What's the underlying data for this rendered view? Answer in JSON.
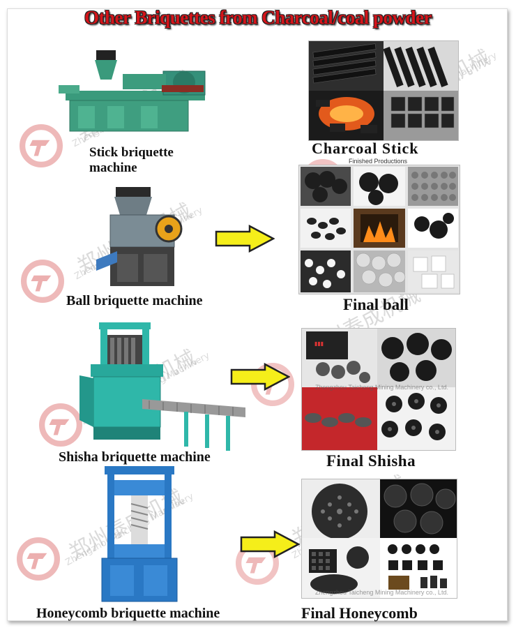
{
  "title": "Other Briquettes from Charcoal/coal powder",
  "rows": [
    {
      "machine_label_line1": "Stick briquette",
      "machine_label_line2": "machine",
      "product_label": "Charcoal Stick"
    },
    {
      "machine_label": "Ball briquette machine",
      "product_label": "Final ball",
      "photo_caption": "Finished Productions"
    },
    {
      "machine_label": "Shisha briquette machine",
      "product_label": "Final Shisha"
    },
    {
      "machine_label": "Honeycomb briquette machine",
      "product_label": "Final Honeycomb"
    }
  ],
  "watermark": {
    "text_en": "Zhengzhou Taicheng Machinery",
    "text_cn": "郑州泰成机械",
    "photo_text": "Zhengzhou Taicheng Mining Machinery co., Ltd."
  },
  "colors": {
    "title_red": "#d4141a",
    "arrow_yellow": "#f5ee1a",
    "machine_green": "#3a9a7c",
    "machine_teal": "#2fb7a9",
    "machine_blue": "#2a78c4",
    "logo_red": "#e06060"
  }
}
